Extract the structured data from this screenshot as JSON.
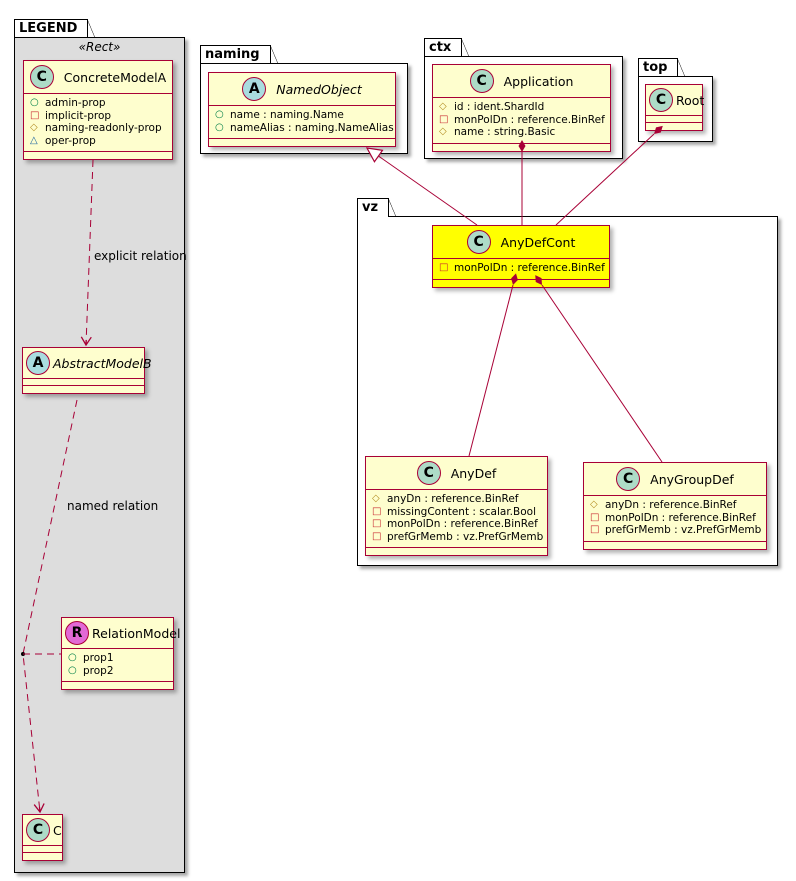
{
  "packages": {
    "legend": {
      "name": "LEGEND",
      "stereotype": "«Rect»"
    },
    "naming": {
      "name": "naming"
    },
    "ctx": {
      "name": "ctx"
    },
    "top": {
      "name": "top"
    },
    "vz": {
      "name": "vz"
    }
  },
  "classes": {
    "concreteModelA": {
      "kind": "C",
      "name": "ConcreteModelA",
      "attributes": [
        {
          "vis": "public",
          "text": "admin-prop"
        },
        {
          "vis": "private",
          "text": "implicit-prop"
        },
        {
          "vis": "protected",
          "text": "naming-readonly-prop"
        },
        {
          "vis": "package",
          "text": "oper-prop"
        }
      ]
    },
    "abstractModelB": {
      "kind": "A",
      "name": "AbstractModelB"
    },
    "relationModel": {
      "kind": "R",
      "name": "RelationModel",
      "attributes": [
        {
          "vis": "public",
          "text": "prop1"
        },
        {
          "vis": "public",
          "text": "prop2"
        }
      ]
    },
    "c": {
      "kind": "C",
      "name": "C"
    },
    "namedObject": {
      "kind": "A",
      "name": "NamedObject",
      "attributes": [
        {
          "vis": "public",
          "text": "name : naming.Name"
        },
        {
          "vis": "public",
          "text": "nameAlias : naming.NameAlias"
        }
      ]
    },
    "application": {
      "kind": "C",
      "name": "Application",
      "attributes": [
        {
          "vis": "protected",
          "text": "id : ident.ShardId"
        },
        {
          "vis": "private",
          "text": "monPolDn : reference.BinRef"
        },
        {
          "vis": "protected",
          "text": "name : string.Basic"
        }
      ]
    },
    "root": {
      "kind": "C",
      "name": "Root"
    },
    "anyDefCont": {
      "kind": "C",
      "name": "AnyDefCont",
      "highlight": "#ffff00",
      "attributes": [
        {
          "vis": "private",
          "text": "monPolDn : reference.BinRef"
        }
      ]
    },
    "anyDef": {
      "kind": "C",
      "name": "AnyDef",
      "attributes": [
        {
          "vis": "protected",
          "text": "anyDn : reference.BinRef"
        },
        {
          "vis": "private",
          "text": "missingContent : scalar.Bool"
        },
        {
          "vis": "private",
          "text": "monPolDn : reference.BinRef"
        },
        {
          "vis": "private",
          "text": "prefGrMemb : vz.PrefGrMemb"
        }
      ]
    },
    "anyGroupDef": {
      "kind": "C",
      "name": "AnyGroupDef",
      "attributes": [
        {
          "vis": "protected",
          "text": "anyDn : reference.BinRef"
        },
        {
          "vis": "private",
          "text": "monPolDn : reference.BinRef"
        },
        {
          "vis": "private",
          "text": "prefGrMemb : vz.PrefGrMemb"
        }
      ]
    }
  },
  "relations": {
    "explicit": {
      "label": "explicit relation",
      "from": "ConcreteModelA",
      "to": "AbstractModelB",
      "type": "dependency"
    },
    "named": {
      "label": "named relation",
      "from": "AbstractModelB",
      "to": "C",
      "type": "dependency",
      "association_class": "RelationModel"
    },
    "inheritance": {
      "from": "AnyDefCont",
      "to": "NamedObject",
      "type": "generalization"
    },
    "compositions": [
      {
        "whole": "Application",
        "part": "AnyDefCont"
      },
      {
        "whole": "Root",
        "part": "AnyDefCont"
      },
      {
        "whole": "AnyDefCont",
        "part": "AnyDef"
      },
      {
        "whole": "AnyDefCont",
        "part": "AnyGroupDef"
      }
    ]
  },
  "visibility_glyphs": {
    "public": "○",
    "private": "□",
    "protected": "◇",
    "package": "△"
  },
  "colors": {
    "class_fill": "#fefece",
    "class_border": "#a80036",
    "highlight_fill": "#ffff00",
    "legend_fill": "#dddddd",
    "edge": "#a80036"
  }
}
